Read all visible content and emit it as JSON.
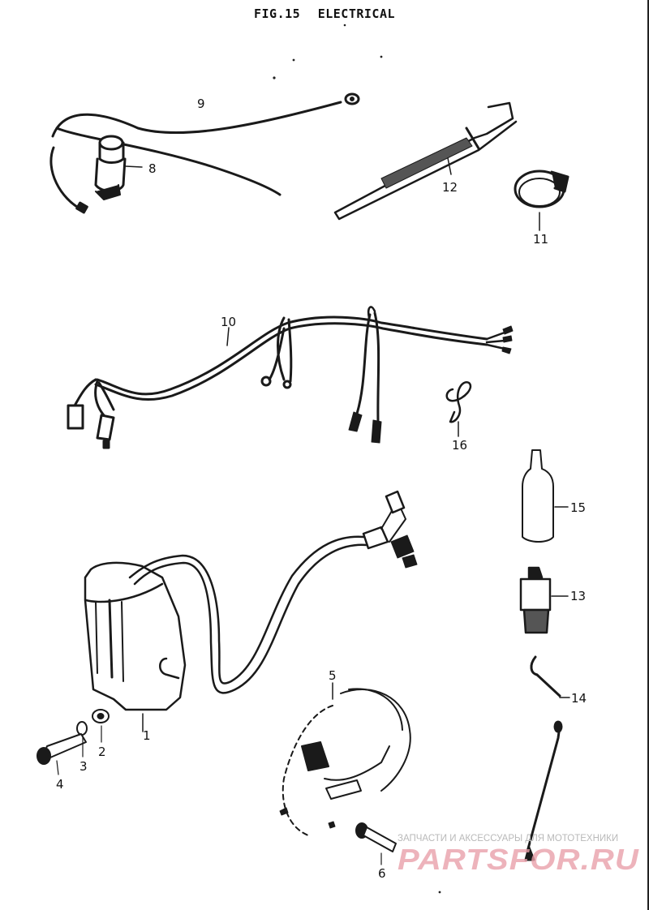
{
  "title": {
    "fig": "FIG.15",
    "name": "ELECTRICAL"
  },
  "callouts": [
    "1",
    "2",
    "3",
    "4",
    "5",
    "6",
    "8",
    "9",
    "10",
    "11",
    "12",
    "13",
    "14",
    "15",
    "16"
  ],
  "watermark": {
    "tagline": "ЗАПЧАСТИ И АКСЕССУАРЫ ДЛЯ МОТОТЕХНИКИ",
    "logo": "PARTSFOR.RU"
  },
  "colors": {
    "ink": "#1a1a1a",
    "logo": "#e9a0aa",
    "tagline": "#b9b9b9"
  }
}
